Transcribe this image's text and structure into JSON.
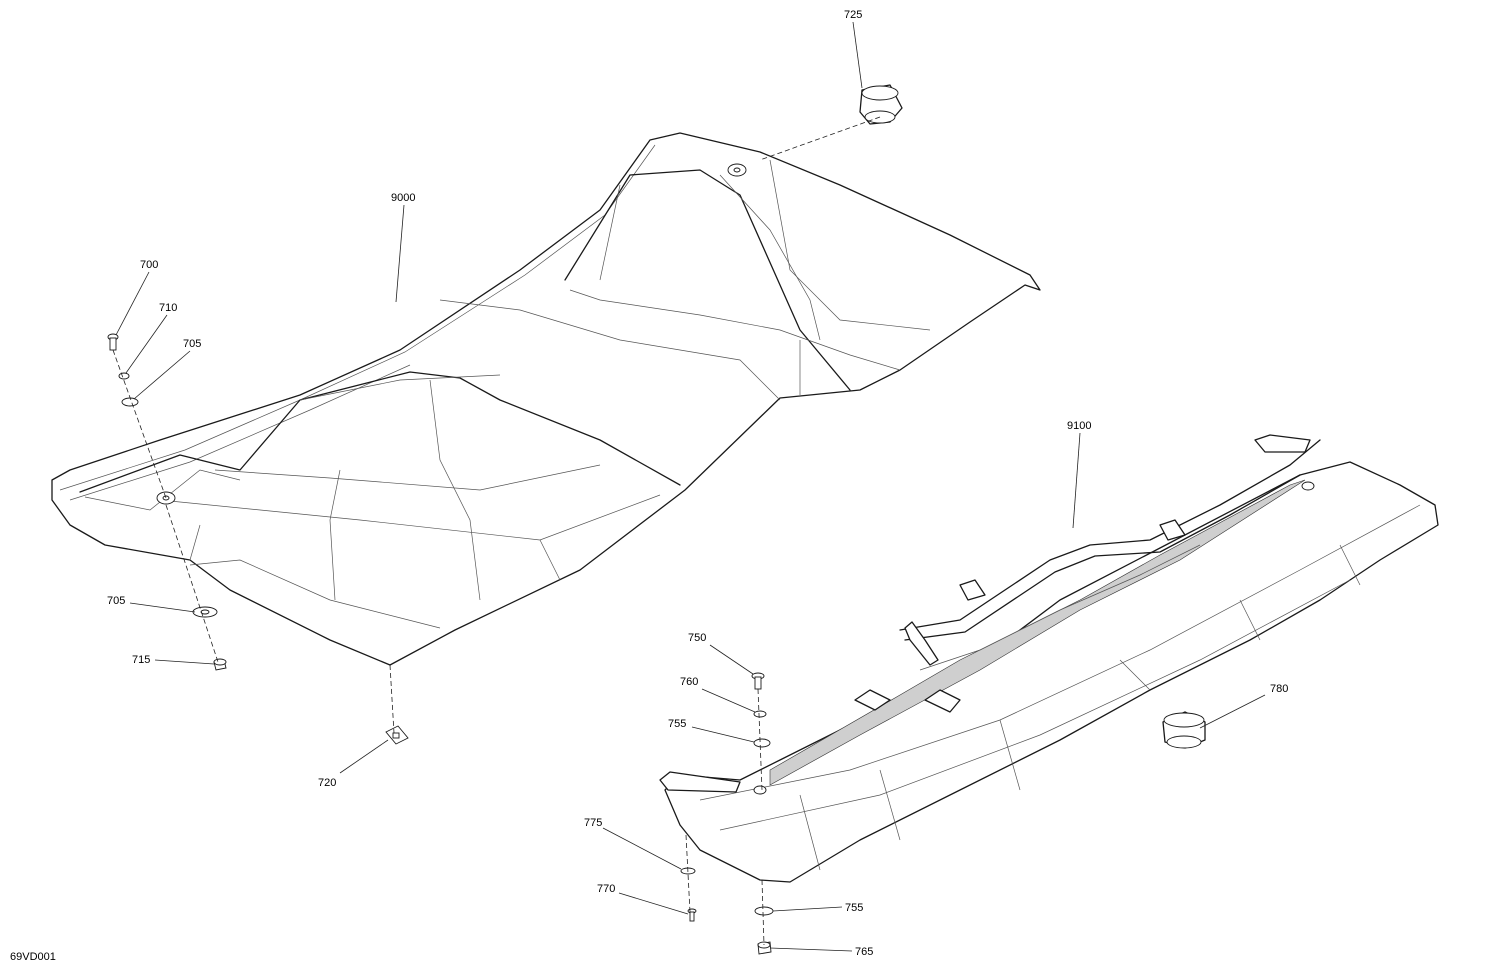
{
  "drawing": {
    "reference_code": "69VD001",
    "callouts": [
      {
        "id": "c725",
        "label": "725"
      },
      {
        "id": "c9000",
        "label": "9000"
      },
      {
        "id": "c700",
        "label": "700"
      },
      {
        "id": "c710",
        "label": "710"
      },
      {
        "id": "c705a",
        "label": "705"
      },
      {
        "id": "c705b",
        "label": "705"
      },
      {
        "id": "c715",
        "label": "715"
      },
      {
        "id": "c720",
        "label": "720"
      },
      {
        "id": "c9100",
        "label": "9100"
      },
      {
        "id": "c750",
        "label": "750"
      },
      {
        "id": "c760",
        "label": "760"
      },
      {
        "id": "c755a",
        "label": "755"
      },
      {
        "id": "c780",
        "label": "780"
      },
      {
        "id": "c775",
        "label": "775"
      },
      {
        "id": "c770",
        "label": "770"
      },
      {
        "id": "c755b",
        "label": "755"
      },
      {
        "id": "c765",
        "label": "765"
      }
    ]
  }
}
